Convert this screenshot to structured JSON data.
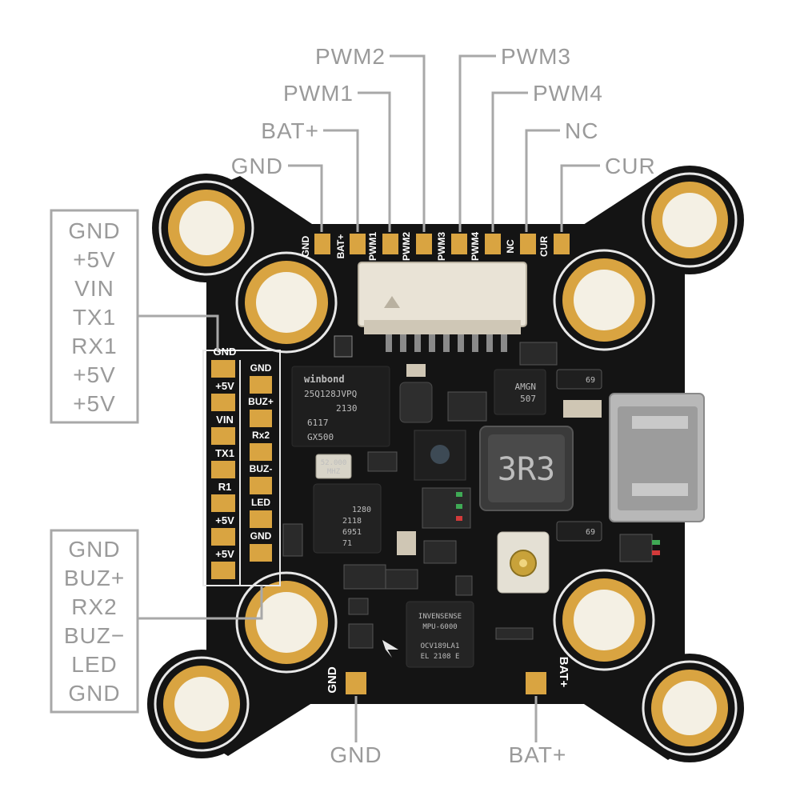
{
  "top_callouts": [
    {
      "id": "pwm2",
      "label": "PWM2"
    },
    {
      "id": "pwm3",
      "label": "PWM3"
    },
    {
      "id": "pwm1",
      "label": "PWM1"
    },
    {
      "id": "pwm4",
      "label": "PWM4"
    },
    {
      "id": "batp",
      "label": "BAT+"
    },
    {
      "id": "nc",
      "label": "NC"
    },
    {
      "id": "gnd",
      "label": "GND"
    },
    {
      "id": "cur",
      "label": "CUR"
    }
  ],
  "left_box_upper": [
    "GND",
    "+5V",
    "VIN",
    "TX1",
    "RX1",
    "+5V",
    "+5V"
  ],
  "left_box_lower": [
    "GND",
    "BUZ+",
    "RX2",
    "BUZ−",
    "LED",
    "GND"
  ],
  "bottom_callouts": {
    "gnd": "GND",
    "batp": "BAT+"
  },
  "silkscreen": {
    "top_pads": [
      "GND",
      "BAT+",
      "PWM1",
      "PWM2",
      "PWM3",
      "PWM4",
      "NC",
      "CUR"
    ],
    "left_col_outer": [
      "GND",
      "+5V",
      "VIN",
      "TX1",
      "R1",
      "+5V",
      "+5V"
    ],
    "left_col_inner": [
      "GND",
      "BUZ+",
      "Rx2",
      "BUZ-",
      "LED",
      "GND"
    ],
    "bottom_left": "GND",
    "bottom_right": "BAT+"
  },
  "chips": {
    "flash": [
      "winbond",
      "25Q128JVPQ",
      "2130",
      "6117",
      "GX500"
    ],
    "crystal": [
      "52.000",
      "MHZ"
    ],
    "mcu": [
      "1280",
      "2118",
      "6951",
      "71"
    ],
    "inductor": "3R3",
    "regulator": [
      "AMGN",
      "507"
    ],
    "imu": [
      "INVENSENSE",
      "MPU-6000",
      "OCV189LA1",
      "EL 2108 E"
    ],
    "diode_top": "69",
    "diode_bottom": "69"
  },
  "colors": {
    "board": "#141414",
    "pad": "#d9a441",
    "silk": "#ffffff",
    "callout": "#9a9a9a"
  }
}
